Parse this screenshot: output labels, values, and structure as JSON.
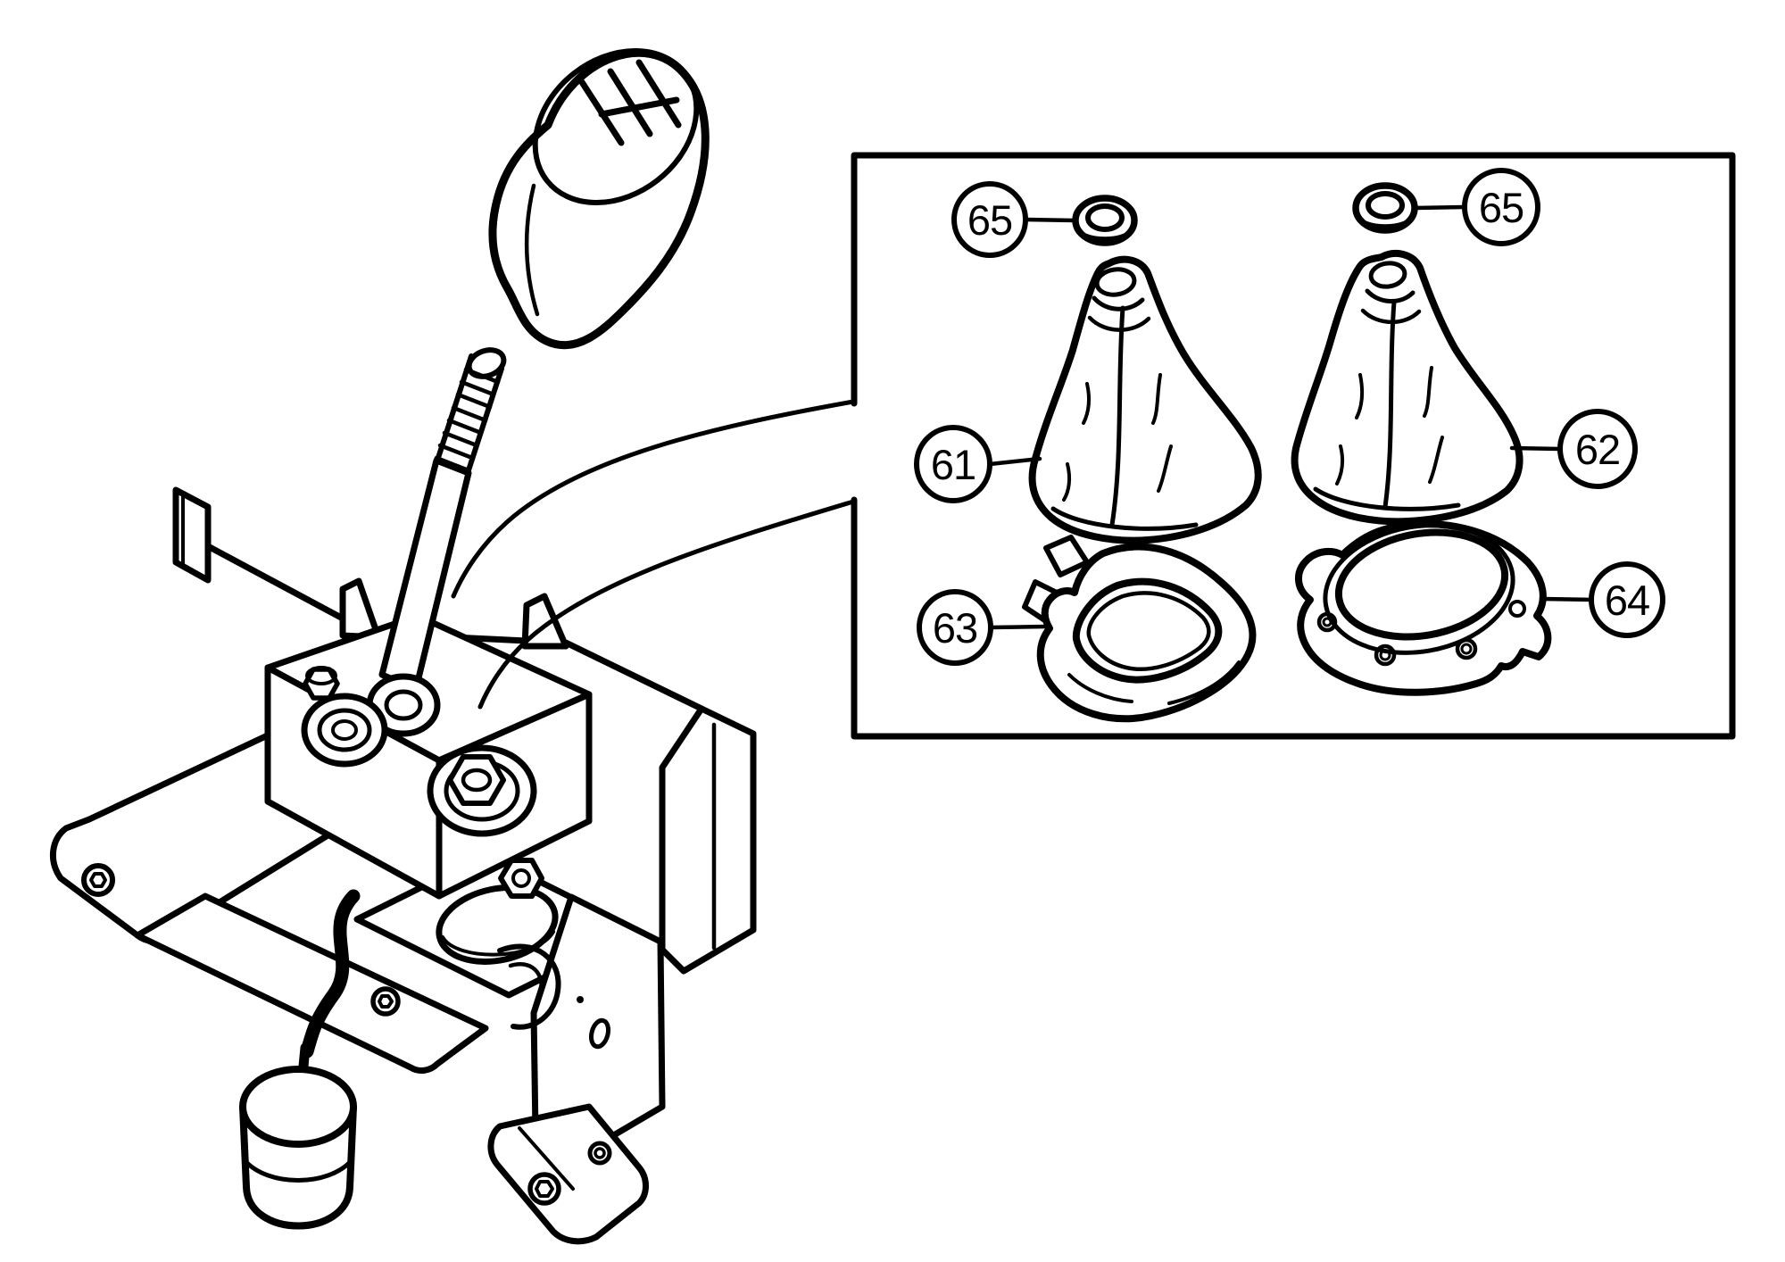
{
  "diagram": {
    "type": "exploded-parts-line-diagram",
    "background_color": "#ffffff",
    "line_color": "#000000",
    "inset": {
      "border_color": "#000000",
      "callouts": [
        {
          "id": "61",
          "label": "61"
        },
        {
          "id": "62",
          "label": "62"
        },
        {
          "id": "63",
          "label": "63"
        },
        {
          "id": "64",
          "label": "64"
        },
        {
          "id": "65_left",
          "label": "65"
        },
        {
          "id": "65_right",
          "label": "65"
        }
      ]
    }
  }
}
